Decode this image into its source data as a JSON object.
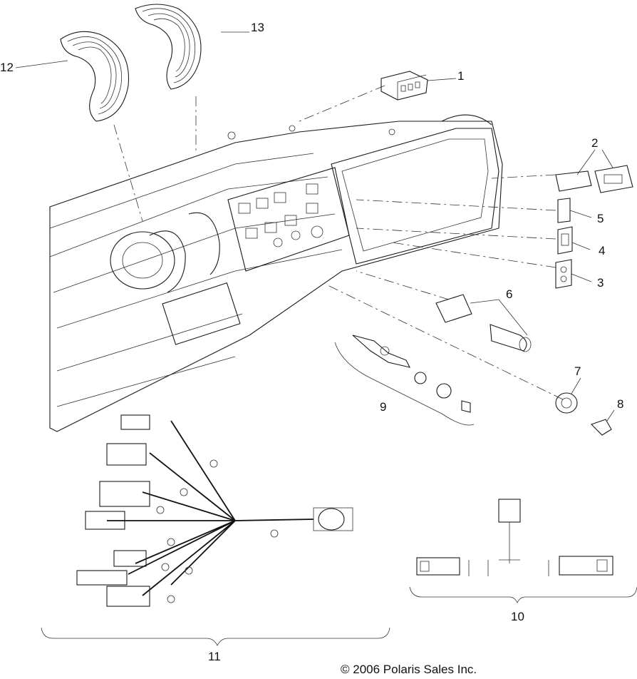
{
  "diagram": {
    "callouts": [
      {
        "id": "c1",
        "label": "1"
      },
      {
        "id": "c2",
        "label": "2"
      },
      {
        "id": "c3",
        "label": "3"
      },
      {
        "id": "c4",
        "label": "4"
      },
      {
        "id": "c5",
        "label": "5"
      },
      {
        "id": "c6",
        "label": "6"
      },
      {
        "id": "c7",
        "label": "7"
      },
      {
        "id": "c8",
        "label": "8"
      },
      {
        "id": "c9",
        "label": "9"
      },
      {
        "id": "c10",
        "label": "10"
      },
      {
        "id": "c11",
        "label": "11"
      },
      {
        "id": "c12",
        "label": "12"
      },
      {
        "id": "c13",
        "label": "13"
      }
    ],
    "copyright": "© 2006 Polaris Sales Inc."
  }
}
